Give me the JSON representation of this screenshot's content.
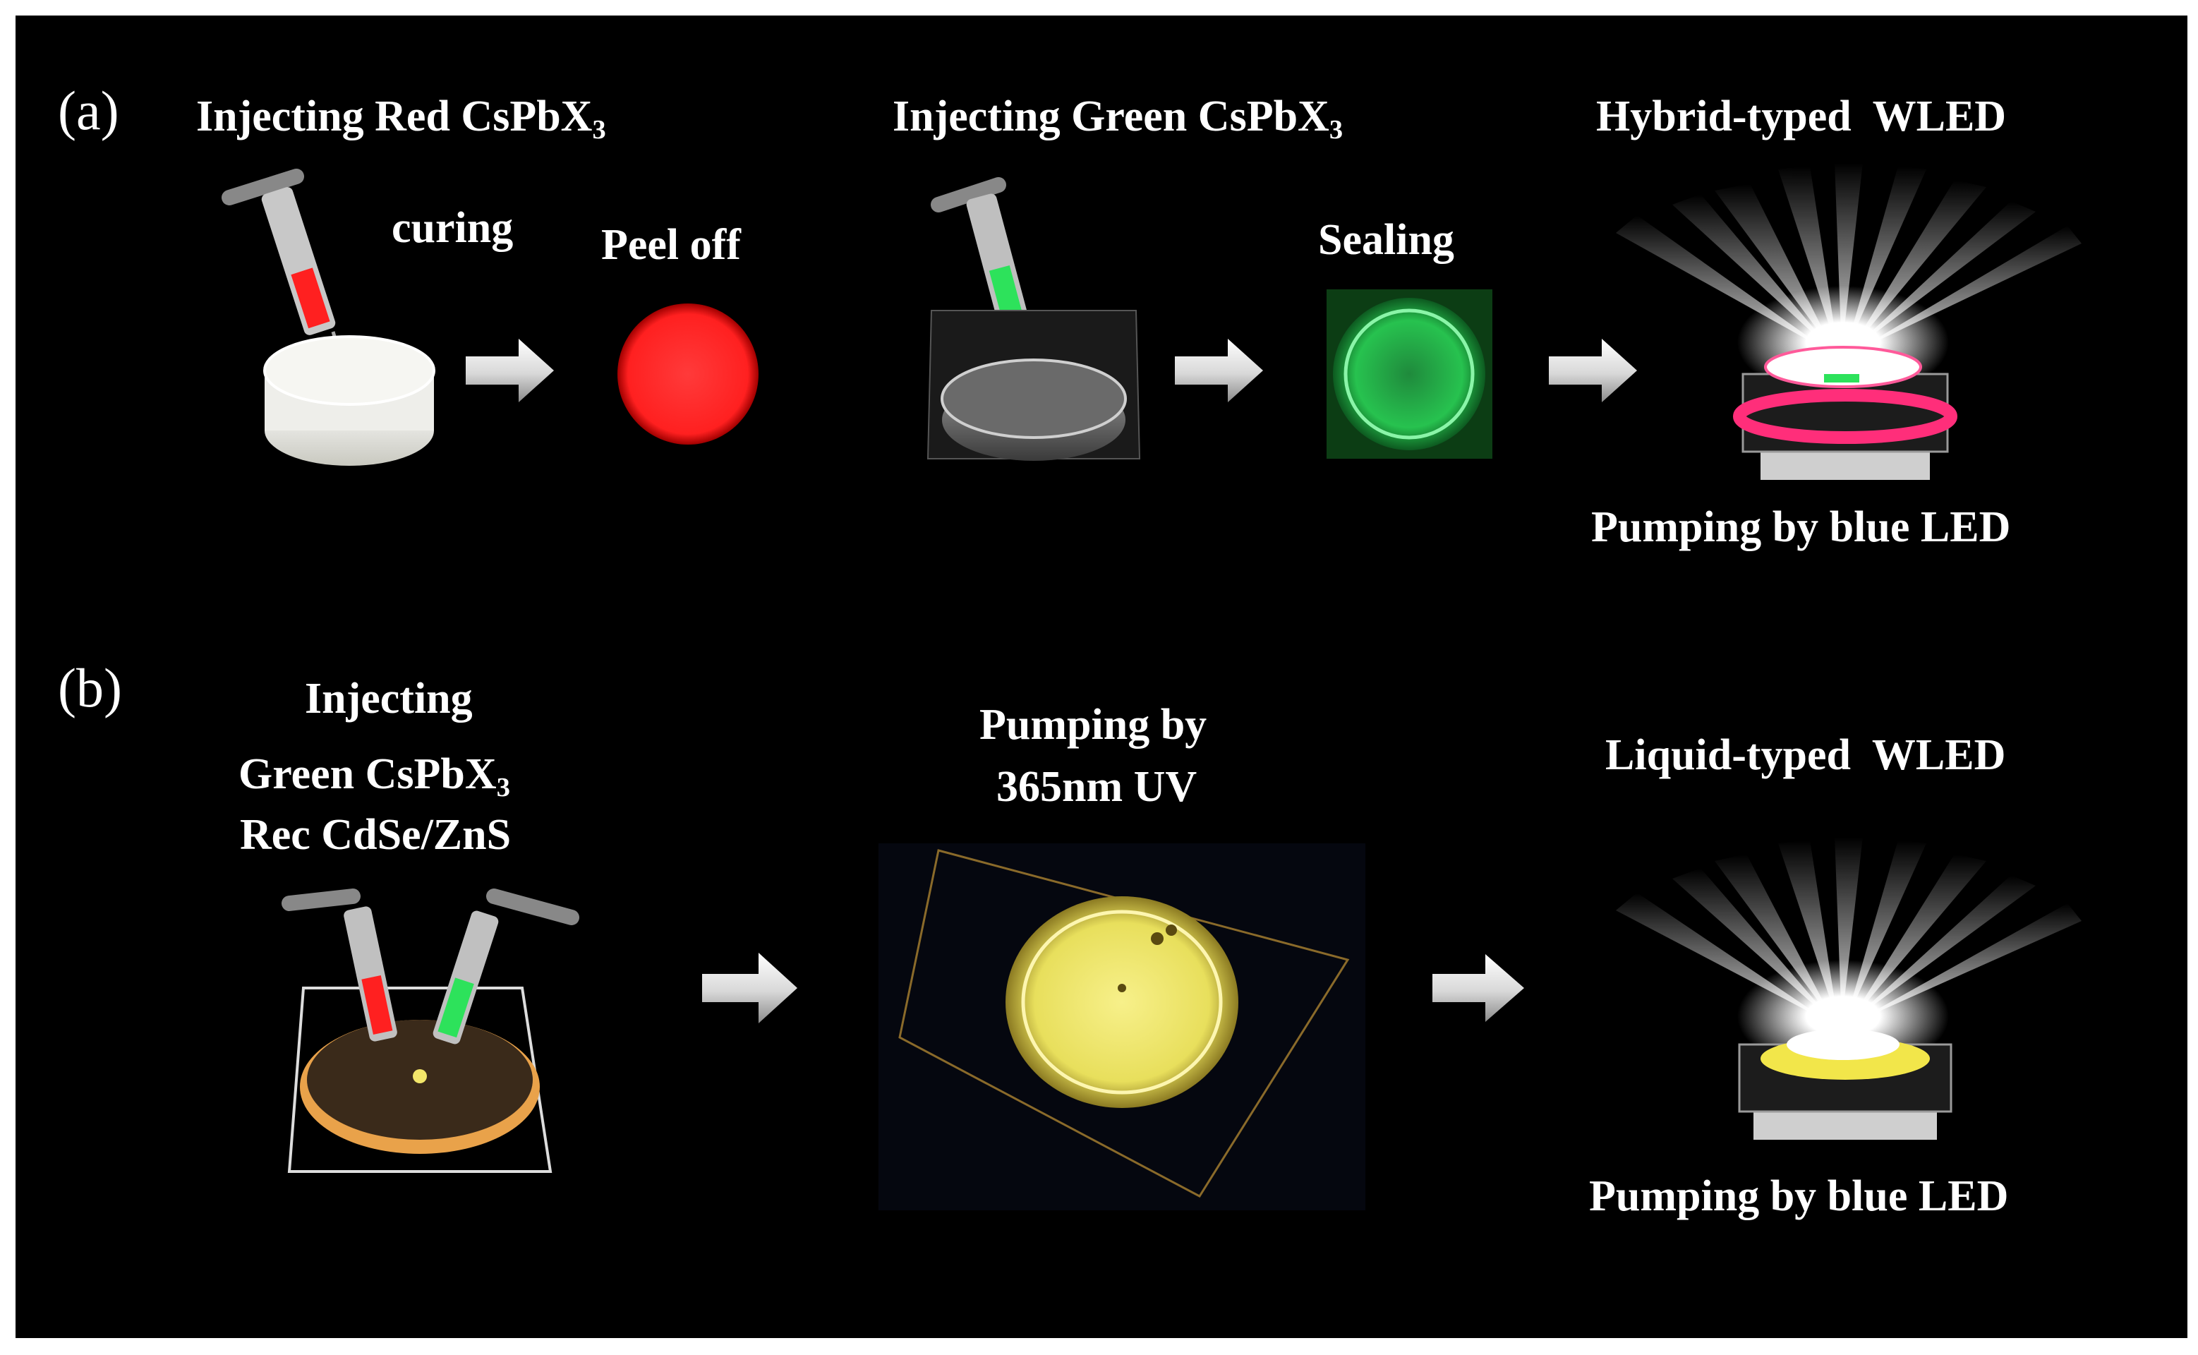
{
  "panel_a": {
    "label": "(a)",
    "step1_title_prefix": "Injecting Red CsPbX",
    "step1_title_sub": "3",
    "step1_curing": "curing",
    "step1_peel": "Peel off",
    "step2_title_prefix": "Injecting Green CsPbX",
    "step2_title_sub": "3",
    "step2_sealing": "Sealing",
    "result_title": "Hybrid-typed  WLED",
    "result_caption": "Pumping by blue LED"
  },
  "panel_b": {
    "label": "(b)",
    "step1_line1": "Injecting",
    "step1_line2_prefix": "Green CsPbX",
    "step1_line2_sub": "3",
    "step1_line3": "Rec CdSe/ZnS",
    "step2_line1": "Pumping by",
    "step2_line2": "365nm UV",
    "result_title": "Liquid-typed  WLED",
    "result_caption": "Pumping by blue LED"
  },
  "colors": {
    "background": "#000000",
    "red_emission": "#ff2b2b",
    "green_emission": "#22e05a",
    "yellow_emission": "#f2e66a",
    "orange_film": "#e9a24a",
    "magenta_ring": "#ff2e7a",
    "arrow": "#e6e6e6"
  }
}
